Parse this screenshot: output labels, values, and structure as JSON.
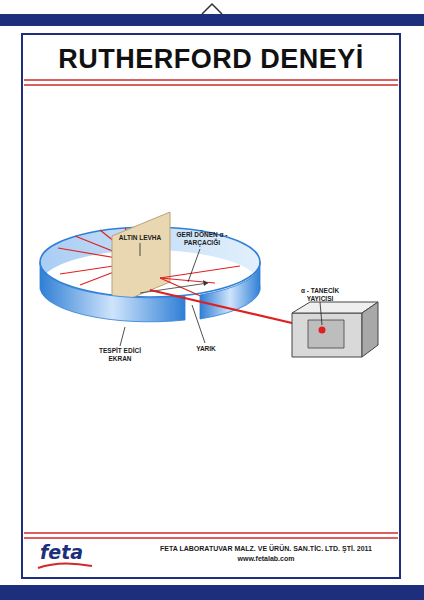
{
  "diagram": {
    "title": "RUTHERFORD DENEYİ",
    "labels": [
      "ALTIN LEVHA",
      "GERİ DÖNEN α - PARÇACIĞI",
      "α - TANECİK YAYICISI",
      "TESPİT EDİCİ EKRAN",
      "YARIK",
      "feta",
      "FETA LABORATUVAR MALZ. VE ÜRÜN. SAN.TİC. LTD. ŞTİ. 2011",
      "www.fetalab.com"
    ]
  }
}
